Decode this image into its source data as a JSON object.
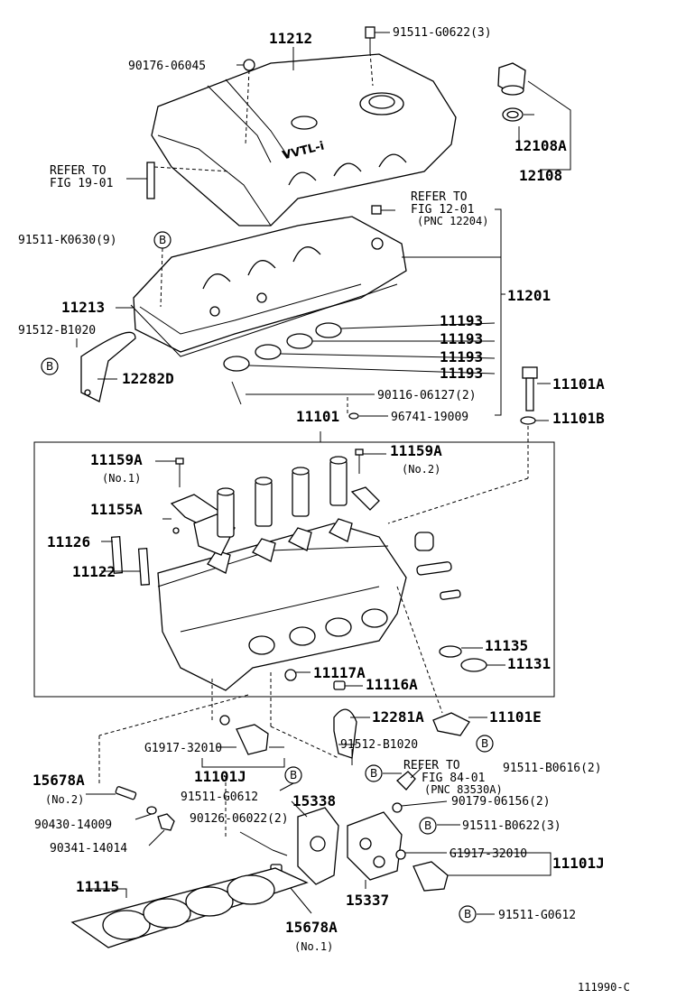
{
  "labels": {
    "l_11212": "11212",
    "l_91511_G0622_3": "91511-G0622(3)",
    "l_90176_06045": "90176-06045",
    "l_12108A": "12108A",
    "l_12108": "12108",
    "l_refer_19": "REFER TO",
    "l_refer_19b": "FIG 19-01",
    "l_refer_12": "REFER TO",
    "l_refer_12b": "FIG 12-01",
    "l_refer_12c": "(PNC 12204)",
    "l_91511_K0630_9": "91511-K0630(9)",
    "l_11201": "11201",
    "l_11213": "11213",
    "l_91512_B1020_a": "91512-B1020",
    "l_11193_1": "11193",
    "l_11193_2": "11193",
    "l_11193_3": "11193",
    "l_11193_4": "11193",
    "l_12282D": "12282D",
    "l_11101A": "11101A",
    "l_90116_06127_2": "90116-06127(2)",
    "l_11101": "11101",
    "l_96741_19009": "96741-19009",
    "l_11101B": "11101B",
    "l_11159A_1": "11159A",
    "l_no1_a": "(No.1)",
    "l_11159A_2": "11159A",
    "l_no2_a": "(No.2)",
    "l_11155A": "11155A",
    "l_11126": "11126",
    "l_11122": "11122",
    "l_11135": "11135",
    "l_11131": "11131",
    "l_11117A": "11117A",
    "l_11116A": "11116A",
    "l_12281A": "12281A",
    "l_11101E": "11101E",
    "l_G1917_32010_a": "G1917-32010",
    "l_91512_B1020_b": "91512-B1020",
    "l_11101J_a": "11101J",
    "l_91511_B0616_2": "91511-B0616(2)",
    "l_15678A_a": "15678A",
    "l_no2_b": "(No.2)",
    "l_91511_G0612_a": "91511-G0612",
    "l_15338": "15338",
    "l_refer_84": "REFER TO",
    "l_refer_84b": "FIG 84-01",
    "l_refer_84c": "(PNC 83530A)",
    "l_90179_06156_2": "90179-06156(2)",
    "l_90430_14009": "90430-14009",
    "l_90126_06022_2": "90126-06022(2)",
    "l_91511_B0622_3": "91511-B0622(3)",
    "l_90341_14014": "90341-14014",
    "l_G1917_32010_b": "G1917-32010",
    "l_11101J_b": "11101J",
    "l_11115": "11115",
    "l_15337": "15337",
    "l_91511_G0612_b": "91511-G0612",
    "l_15678A_b": "15678A",
    "l_no1_b": "(No.1)",
    "l_code": "111990-C"
  },
  "badge_letter": "B",
  "engraving": "VVTL-i"
}
